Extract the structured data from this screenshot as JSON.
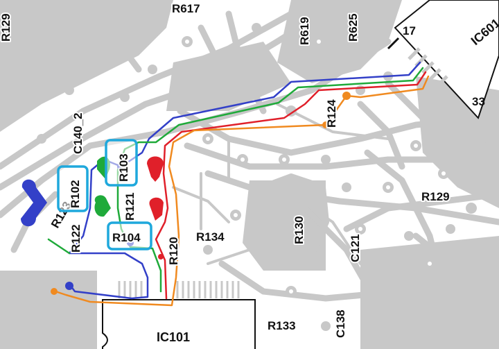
{
  "colors": {
    "background": "#ffffff",
    "copper": "#c8c8c8",
    "trace_blue": "#3340c8",
    "trace_green": "#1faa3a",
    "trace_red": "#e0202a",
    "trace_orange": "#f08a20",
    "highlight": "#1fa8dc",
    "outline": "#111111"
  },
  "chips": {
    "ic601": {
      "label": "IC601",
      "pin_top": "17",
      "pin_bottom": "33"
    },
    "ic101": {
      "label": "IC101"
    }
  },
  "labels": {
    "r617": "R617",
    "r619": "R619",
    "r625": "R625",
    "r129_topleft": "R129",
    "c140_2": "C140_2",
    "r124": "R124",
    "r103": "R103",
    "r102": "R102",
    "r123": "R123",
    "r121": "R121",
    "r122": "R122",
    "r104": "R104",
    "r120": "R120",
    "r134": "R134",
    "r130": "R130",
    "c121": "C121",
    "r129": "R129",
    "c138": "C138",
    "r133": "R133"
  },
  "highlighted": [
    "R103",
    "R102",
    "R104"
  ]
}
